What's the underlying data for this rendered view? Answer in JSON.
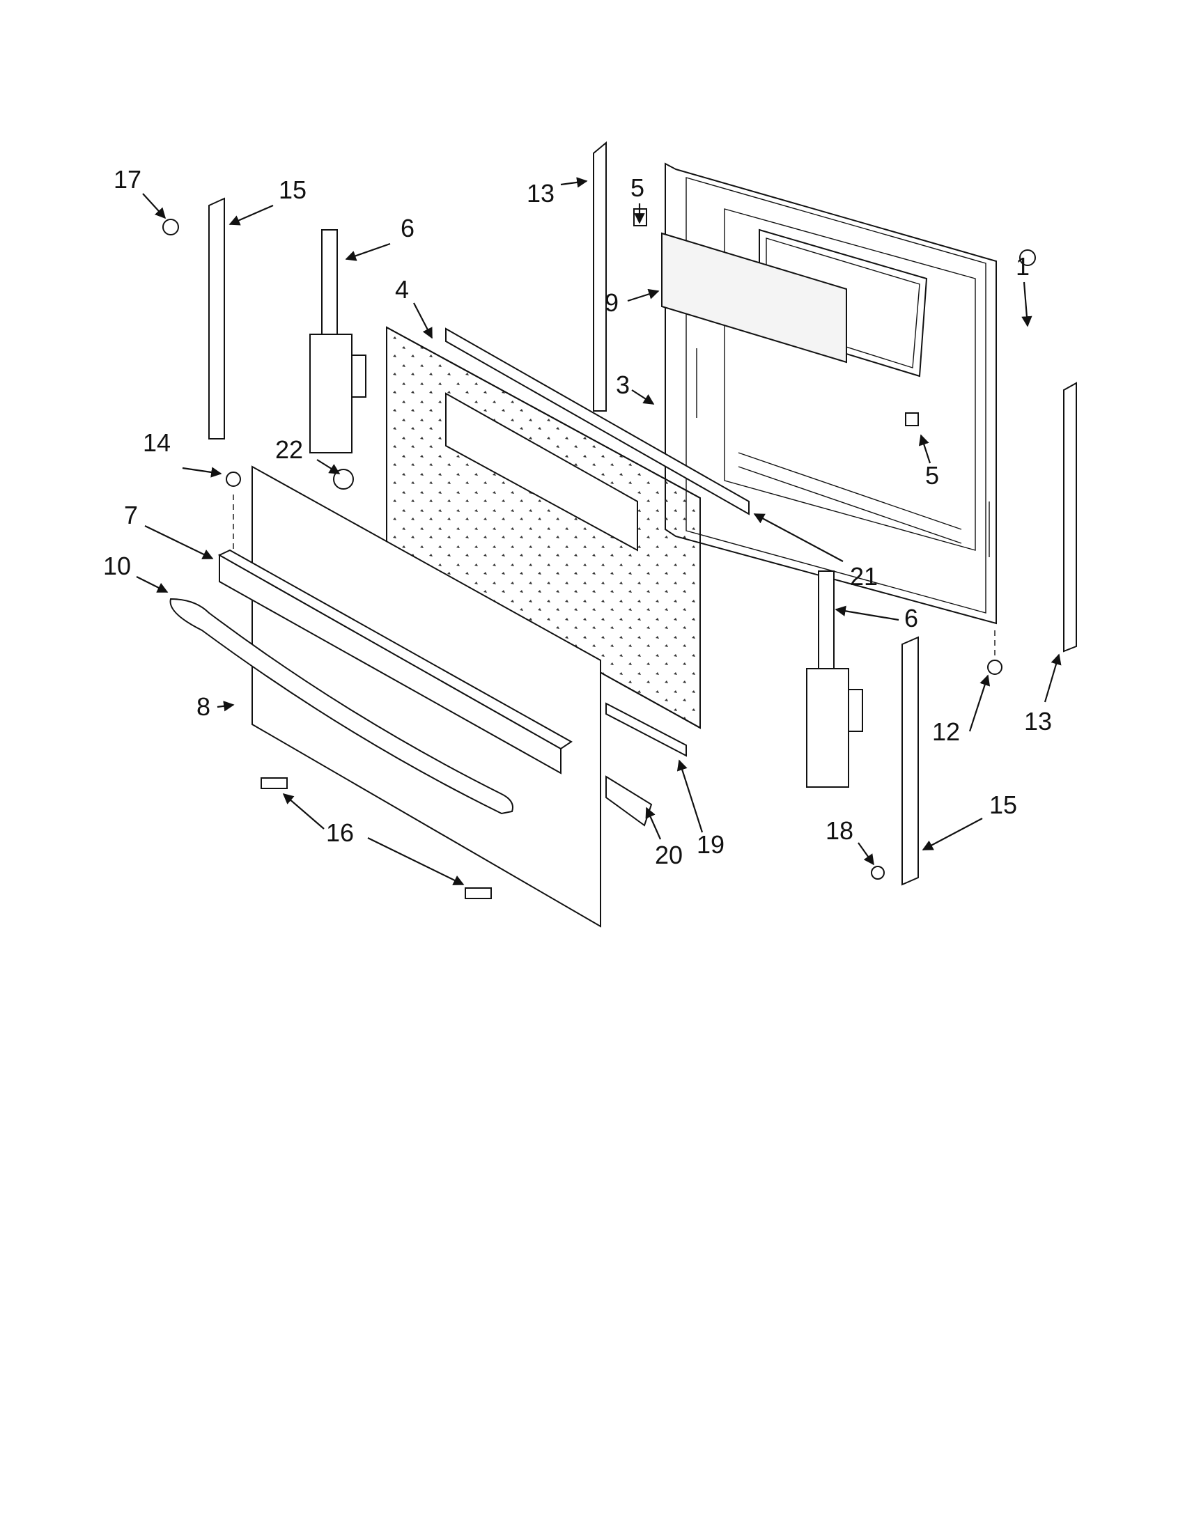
{
  "callouts": [
    {
      "id": "c1",
      "text": "1"
    },
    {
      "id": "c3",
      "text": "3"
    },
    {
      "id": "c4",
      "text": "4"
    },
    {
      "id": "c5a",
      "text": "5"
    },
    {
      "id": "c5b",
      "text": "5"
    },
    {
      "id": "c6a",
      "text": "6"
    },
    {
      "id": "c6b",
      "text": "6"
    },
    {
      "id": "c7",
      "text": "7"
    },
    {
      "id": "c8",
      "text": "8"
    },
    {
      "id": "c9",
      "text": "9"
    },
    {
      "id": "c10",
      "text": "10"
    },
    {
      "id": "c12",
      "text": "12"
    },
    {
      "id": "c13a",
      "text": "13"
    },
    {
      "id": "c13b",
      "text": "13"
    },
    {
      "id": "c14",
      "text": "14"
    },
    {
      "id": "c15a",
      "text": "15"
    },
    {
      "id": "c15b",
      "text": "15"
    },
    {
      "id": "c16",
      "text": "16"
    },
    {
      "id": "c17",
      "text": "17"
    },
    {
      "id": "c18",
      "text": "18"
    },
    {
      "id": "c19",
      "text": "19"
    },
    {
      "id": "c20",
      "text": "20"
    },
    {
      "id": "c21",
      "text": "21"
    },
    {
      "id": "c22",
      "text": "22"
    }
  ],
  "colors": {
    "ink": "#111111",
    "background": "#ffffff"
  }
}
